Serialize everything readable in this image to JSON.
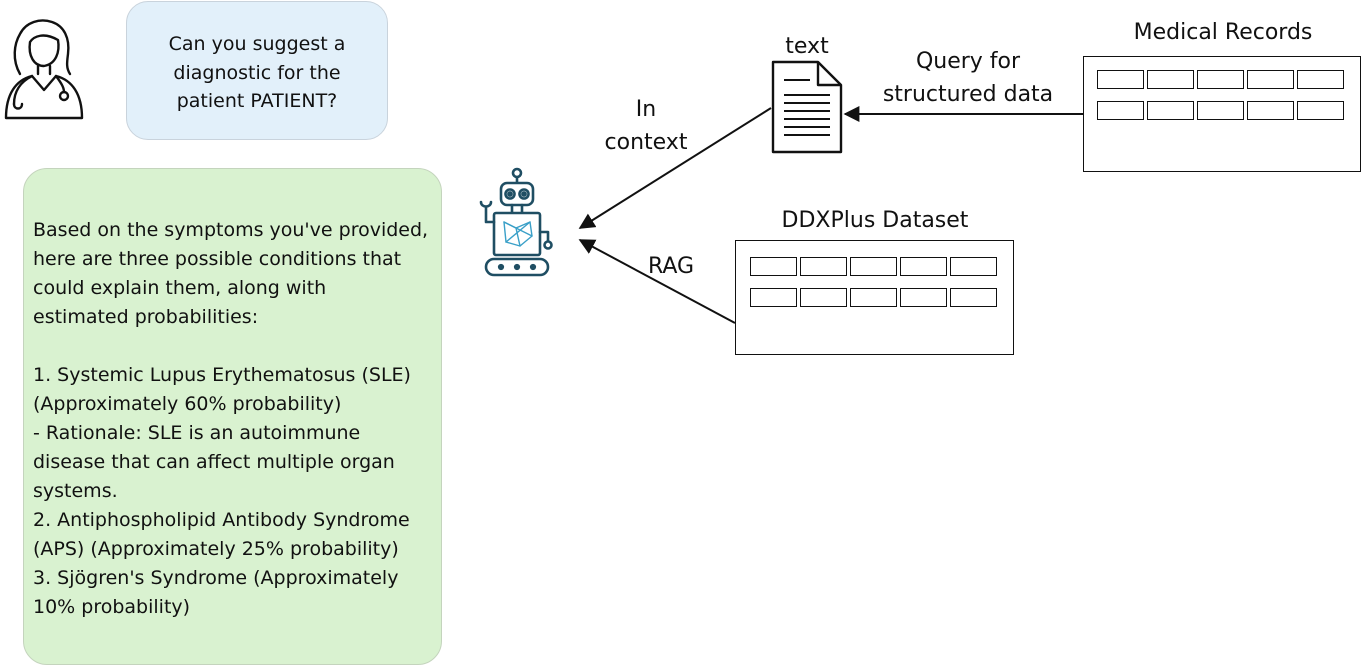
{
  "question": {
    "text": "Can you suggest a\ndiagnostic for the\npatient PATIENT?"
  },
  "answer": {
    "text": "Based on the symptoms you've provided,\nhere are three possible conditions that\ncould explain them, along with\nestimated probabilities:\n\n1. Systemic Lupus Erythematosus (SLE)\n(Approximately 60% probability)\n  - Rationale: SLE is an autoimmune\ndisease that can affect multiple organ\nsystems.\n2. Antiphospholipid Antibody Syndrome\n(APS) (Approximately 25% probability)\n3. Sjögren's Syndrome (Approximately\n10% probability)"
  },
  "labels": {
    "text_doc": "text",
    "in_context_line1": "In",
    "in_context_line2": "context",
    "query_line1": "Query for",
    "query_line2": "structured data",
    "medical_records": "Medical Records",
    "ddxplus": "DDXPlus Dataset",
    "rag": "RAG"
  },
  "icons": {
    "doctor": "doctor-icon",
    "robot": "robot-icon",
    "document": "document-icon"
  },
  "colors": {
    "question_bubble": "#e2f0fa",
    "answer_bubble": "#d9f2d0",
    "robot": "#1f4e63",
    "robot_accent": "#3aa0c8"
  }
}
